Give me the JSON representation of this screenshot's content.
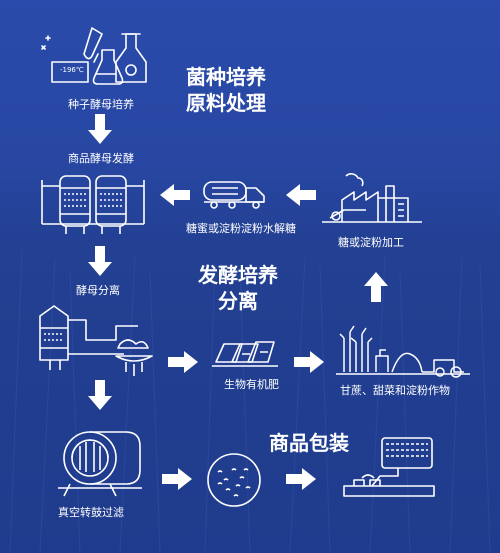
{
  "headings": {
    "section1_line1": "菌种培养",
    "section1_line2": "原料处理",
    "section2_line1": "发酵培养",
    "section2_line2": "分离",
    "section3": "商品包装"
  },
  "steps": {
    "seed_culture": "种子酵母培养",
    "commercial_fermentation": "商品酵母发酵",
    "molasses_hydrolysis": "糖蜜或淀粉淀粉水解糖",
    "sugar_processing": "糖或淀粉加工",
    "yeast_separation": "酵母分离",
    "bio_fertilizer": "生物有机肥",
    "crops": "甘蔗、甜菜和淀粉作物",
    "vacuum_drum_filtration": "真空转鼓过滤"
  },
  "annotations": {
    "temperature": "-196℃"
  },
  "colors": {
    "overlay": "#1f3f9a",
    "sky": "#2a4aa8",
    "field": "#233d8c",
    "line": "#ffffff"
  }
}
